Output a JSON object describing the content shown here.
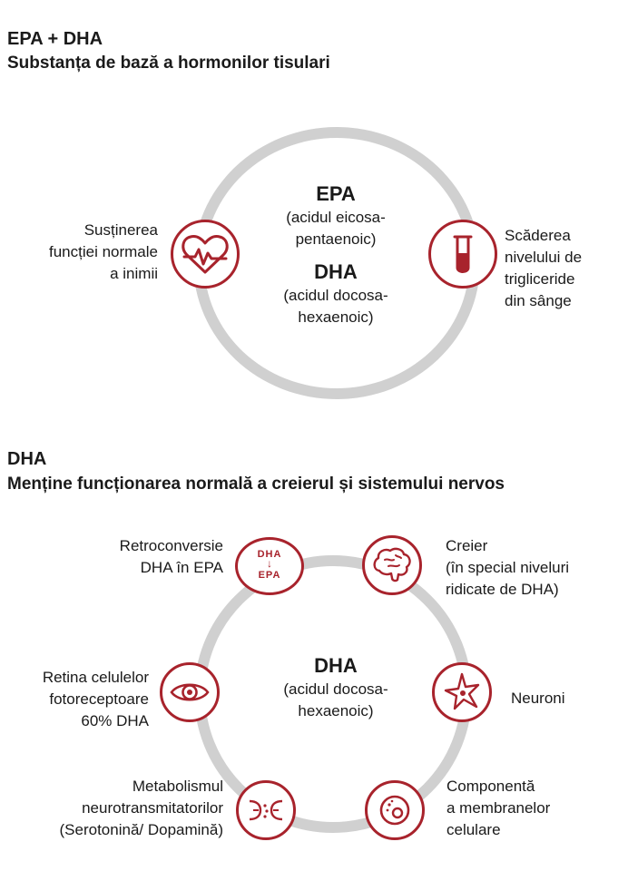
{
  "section1": {
    "title": "EPA + DHA",
    "subtitle": "Substanța de bază a hormonilor tisulari",
    "center": {
      "name1": "EPA",
      "desc1_line1": "(acidul eicosa-",
      "desc1_line2": "pentaenoic)",
      "name2": "DHA",
      "desc2_line1": "(acidul docosa-",
      "desc2_line2": "hexaenoic)"
    },
    "left_label": [
      "Susținerea",
      "funcției normale",
      "a inimii"
    ],
    "right_label": [
      "Scăderea",
      "nivelului de",
      "trigliceride",
      "din sânge"
    ],
    "icons": [
      "heart-pulse-icon",
      "test-tube-icon"
    ]
  },
  "section2": {
    "title": "DHA",
    "subtitle": "Menține funcționarea normală a creierul și sistemului nervos",
    "center": {
      "name": "DHA",
      "desc_line1": "(acidul docosa-",
      "desc_line2": "hexaenoic)"
    },
    "items": {
      "retro": [
        "Retroconversie",
        "DHA în EPA"
      ],
      "retro_icon": {
        "top": "DHA",
        "bottom": "EPA"
      },
      "brain": [
        "Creier",
        "(în special niveluri",
        "ridicate de DHA)"
      ],
      "retina": [
        "Retina celulelor",
        "fotoreceptoare",
        "60% DHA"
      ],
      "neuron": [
        "Neuroni"
      ],
      "metab": [
        "Metabolismul",
        "neurotransmitatorilor",
        "(Serotonină/ Dopamină)"
      ],
      "membrane": [
        "Componentă",
        "a membranelor",
        "celulare"
      ]
    },
    "icons": [
      "dha-to-epa-icon",
      "brain-icon",
      "eye-icon",
      "neuron-icon",
      "synapse-icon",
      "cell-icon"
    ]
  },
  "colors": {
    "accent": "#a8232c",
    "ring": "#d0d0d0",
    "text": "#1a1a1a"
  }
}
